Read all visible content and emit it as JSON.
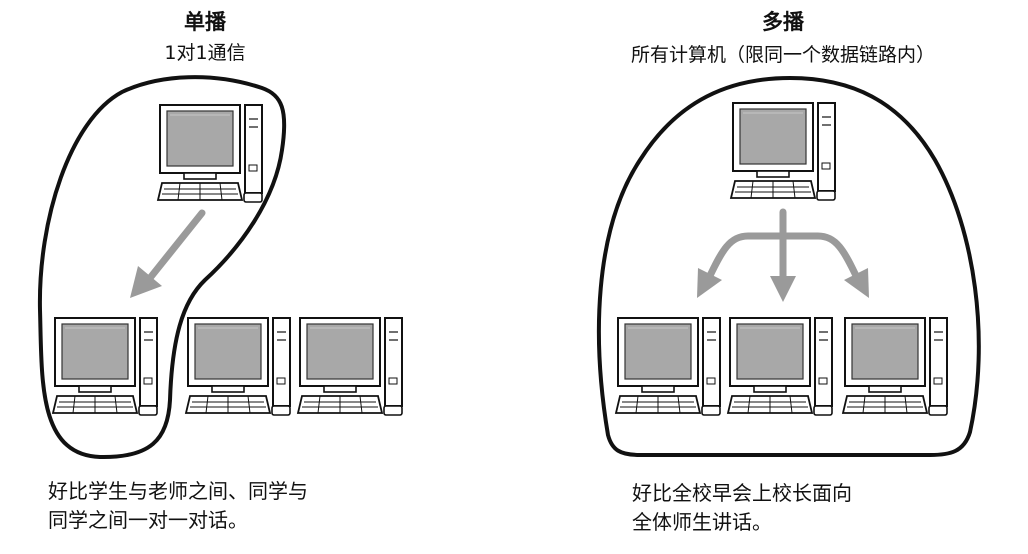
{
  "unicast": {
    "title": "单播",
    "subtitle": "1对1通信",
    "caption_line1": "好比学生与老师之间、同学与",
    "caption_line2": "同学之间一对一对话。"
  },
  "multicast": {
    "title": "多播",
    "subtitle": "所有计算机（限同一个数据链路内）",
    "caption_line1": "好比全校早会上校长面向",
    "caption_line2": "全体师生讲话。"
  },
  "colors": {
    "outline": "#111111",
    "arrow": "#9a9a9a",
    "screen": "#a8a8a8"
  }
}
